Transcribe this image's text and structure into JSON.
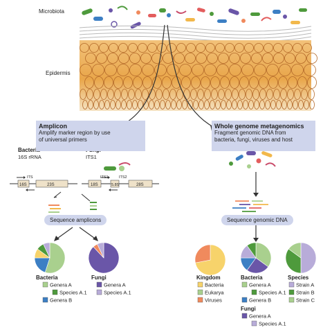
{
  "labels": {
    "microbiota": "Microbiota",
    "epidermis": "Epidermis"
  },
  "amplicon": {
    "title": "Amplicon",
    "line1": "Amplify marker region by use",
    "line2": "of universal primers"
  },
  "wgm": {
    "title": "Whole genome metagenomics",
    "line1": "Fragment genomic DNA from",
    "line2": "bacteria, fungi, viruses and host"
  },
  "bacteria_gene": {
    "name": "Bacteria",
    "marker": "16S rRNA",
    "its": "ITS",
    "r16s": "16S",
    "r23s": "23S"
  },
  "fungi_gene": {
    "name": "Fungi",
    "marker": "ITS1",
    "r18s": "18S",
    "its1": "ITS1",
    "r58s": "5.8S",
    "its2": "ITS2",
    "r28s": "28S"
  },
  "steps": {
    "seq_amplicons": "Sequence amplicons",
    "seq_genomic": "Sequence genomic DNA"
  },
  "legends": {
    "amp_bacteria": {
      "title": "Bacteria",
      "items": [
        "Genera A",
        "Species A.1",
        "Genera B"
      ]
    },
    "amp_fungi": {
      "title": "Fungi",
      "items": [
        "Genera A",
        "Species A.1"
      ]
    },
    "kingdom": {
      "title": "Kingdom",
      "items": [
        "Bacteria",
        "Eukarya",
        "Viruses"
      ]
    },
    "wgm_bacteria": {
      "title": "Bacteria",
      "items": [
        "Genera A",
        "Species A.1",
        "Genera B"
      ]
    },
    "species": {
      "title": "Species",
      "items": [
        "Strain A",
        "Strain B",
        "Strain C"
      ]
    },
    "wgm_fungi": {
      "title": "Fungi",
      "items": [
        "Genera A",
        "Species A.1"
      ]
    }
  },
  "colors": {
    "skin_top": "#f2c27a",
    "skin_bottom": "#e9a64a",
    "cell_outline": "#b46a2a",
    "header_fill": "#cfd5ec",
    "bacteria_blue": "#3c7fc4",
    "green_light": "#a9d08e",
    "green_dark": "#4e9a3c",
    "purple_dark": "#6a56a8",
    "purple_light": "#b8acd9",
    "yellow": "#f7d36b",
    "orange": "#f08a5d"
  }
}
